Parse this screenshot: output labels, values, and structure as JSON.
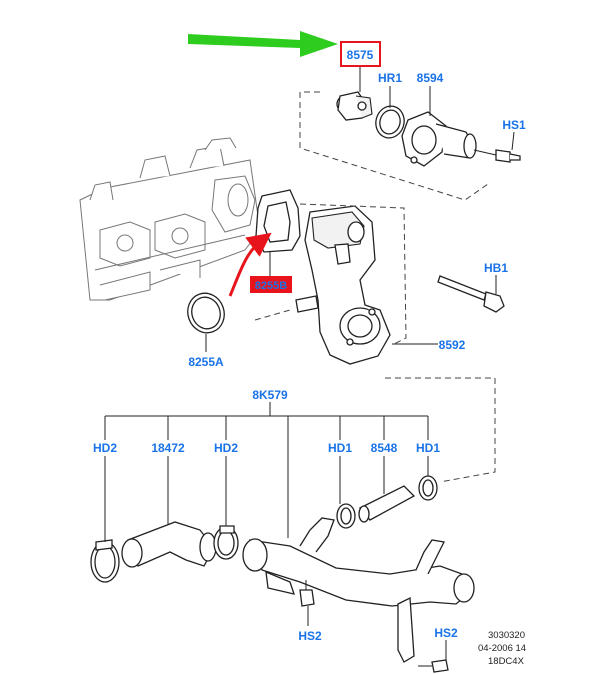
{
  "labels": {
    "p8575": "8575",
    "hr1": "HR1",
    "p8594": "8594",
    "hs1": "HS1",
    "p8255b": "8255B",
    "hb1": "HB1",
    "p8255a": "8255A",
    "p8592": "8592",
    "p8k579": "8K579",
    "hd2_left": "HD2",
    "p18472": "18472",
    "hd2_mid": "HD2",
    "hd1_left": "HD1",
    "p8548": "8548",
    "hd1_right": "HD1",
    "hs2_left": "HS2",
    "hs2_right": "HS2"
  },
  "reference": {
    "line1": "3030320",
    "line2": "04-2006 14",
    "line3": "18DC4X"
  },
  "colors": {
    "label_blue": "#1a73e8",
    "highlight_box_red": "#e8141c",
    "highlight_fill_red": "#e8141c",
    "pointer_arrow_green": "#2ecc1f",
    "callout_arrow_red": "#e8141c"
  }
}
